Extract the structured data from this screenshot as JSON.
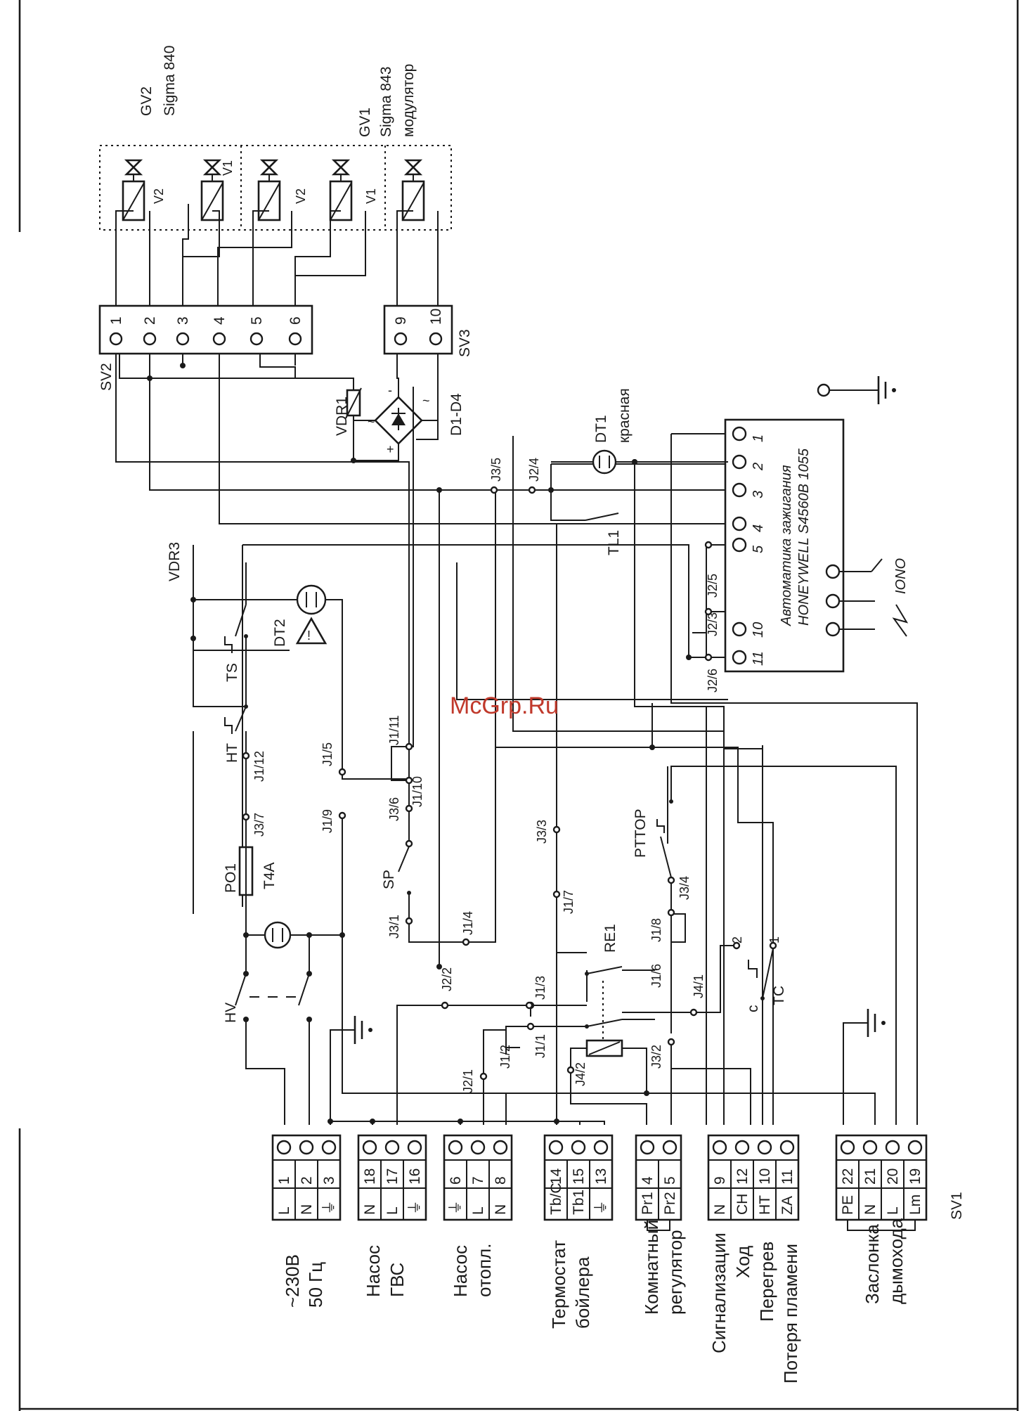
{
  "watermark": "McGrp.Ru",
  "colors": {
    "ink": "#1a1a1a",
    "watermark": "#c0392b"
  },
  "valves": {
    "gv2_name": "GV2",
    "gv2_model": "Sigma 840",
    "gv1_name": "GV1",
    "gv1_model": "Sigma 843",
    "modulator": "модулятор",
    "v1": "V1",
    "v2": "V2"
  },
  "sv2": {
    "name": "SV2",
    "pins": [
      "1",
      "2",
      "3",
      "4",
      "5",
      "6"
    ]
  },
  "sv3": {
    "name": "SV3",
    "pins": [
      "9",
      "10"
    ]
  },
  "components": {
    "vdr1": "VDR1",
    "d1d4": "D1-D4",
    "dt1": "DT1",
    "dt1_color": "красная",
    "vdr3": "VDR3",
    "dt2": "DT2",
    "tl1": "TL1",
    "ts": "TS",
    "ht": "HT",
    "po1": "PO1",
    "fuse": "T4A",
    "hv": "HV",
    "sp": "SP",
    "ptt": "PTTOP",
    "re1": "RE1",
    "tc": "TC",
    "tc_c": "c",
    "tc_1": "1",
    "tc_2": "2"
  },
  "jumpers": {
    "j3_5": "J3/5",
    "j2_4": "J2/4",
    "j2_5": "J2/5",
    "j2_3": "J2/3",
    "j2_6": "J2/6",
    "j1_11": "J1/11",
    "j1_10": "J1/10",
    "j3_6": "J3/6",
    "j1_12": "J1/12",
    "j3_7": "J3/7",
    "j1_5": "J1/5",
    "j1_9": "J1/9",
    "j3_3": "J3/3",
    "j1_7": "J1/7",
    "j3_1": "J3/1",
    "j1_4": "J1/4",
    "j2_2": "J2/2",
    "j1_3": "J1/3",
    "j1_2": "J1/2",
    "j1_1": "J1/1",
    "j2_1": "J2/1",
    "j4_2": "J4/2",
    "j3_2": "J3/2",
    "j4_1": "J4/1",
    "j1_6": "J1/6",
    "j1_8": "J1/8",
    "j3_4": "J3/4"
  },
  "ignition": {
    "title": "Автоматика зажигания",
    "model": "HONEYWELL S4560B 1055",
    "pins": [
      "1",
      "2",
      "3",
      "4",
      "5",
      "10",
      "11"
    ],
    "iono": "IONO"
  },
  "terminal_blocks": [
    {
      "pins": [
        "1",
        "2",
        "3"
      ],
      "labels": [
        "L",
        "N",
        "⏚"
      ]
    },
    {
      "pins": [
        "18",
        "17",
        "16"
      ],
      "labels": [
        "N",
        "L",
        "⏚"
      ]
    },
    {
      "pins": [
        "6",
        "7",
        "8"
      ],
      "labels": [
        "⏚",
        "L",
        "N"
      ]
    },
    {
      "pins": [
        "14",
        "15",
        "13"
      ],
      "labels": [
        "Tb/C",
        "Tb1",
        "⏚"
      ]
    },
    {
      "pins": [
        "4",
        "5"
      ],
      "labels": [
        "Pr1",
        "Pr2"
      ]
    },
    {
      "pins": [
        "9",
        "12",
        "10",
        "11"
      ],
      "labels": [
        "N",
        "CH",
        "HT",
        "ZA"
      ]
    },
    {
      "pins": [
        "22",
        "21",
        "20",
        "19"
      ],
      "labels": [
        "PE",
        "N",
        "L",
        "Lm"
      ]
    }
  ],
  "sv1": "SV1",
  "bottom_labels": {
    "power_1": "~230В",
    "power_2": "50 Гц",
    "dhw_pump_1": "Насос",
    "dhw_pump_2": "ГВС",
    "heat_pump_1": "Насос",
    "heat_pump_2": "отопл.",
    "boiler_thermo_1": "Термостат",
    "boiler_thermo_2": "бойлера",
    "room_1": "Комнатный",
    "room_2": "регулятор",
    "signal_1": "Сигнализации",
    "signal_2": "Ход",
    "signal_3": "Перегрев",
    "signal_4": "Потеря пламени",
    "flue_1": "Заслонка",
    "flue_2": "дымохода"
  }
}
